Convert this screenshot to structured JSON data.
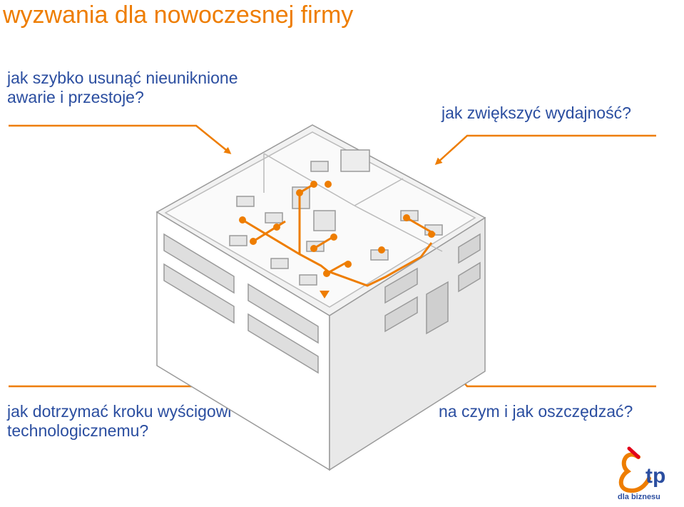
{
  "slide": {
    "title": "wyzwania dla nowoczesnej firmy",
    "questions": {
      "downtime": "jak szybko usunąć nieuniknione\nawarie i przestoje?",
      "efficiency": "jak zwiększyć wydajność?",
      "technology": "jak dotrzymać kroku wyścigowi\ntechnologicznemu?",
      "savings": "na czym i jak oszczędzać?"
    }
  },
  "logo": {
    "wordmark": "tp",
    "tagline": "dla biznesu"
  },
  "colors": {
    "accent": "#ee7d00",
    "text": "#2b4ea0",
    "building_line": "#9a9a9a"
  }
}
